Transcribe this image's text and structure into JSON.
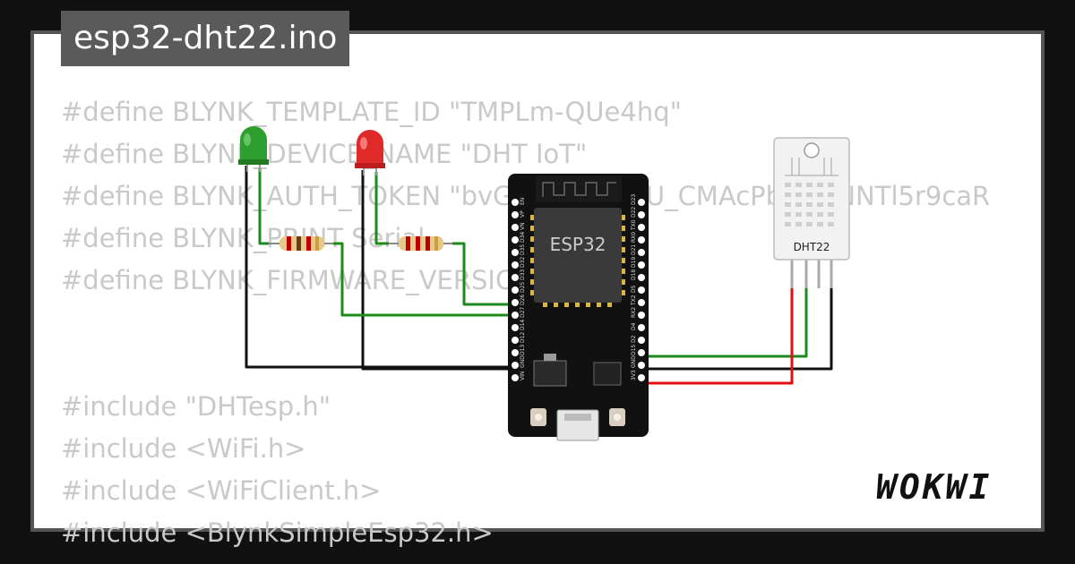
{
  "sketch": {
    "filename": "esp32-dht22.ino"
  },
  "code_lines": [
    "#define BLYNK_TEMPLATE_ID \"TMPLm-QUe4hq\"",
    "#define BLYNK_DEVICE_NAME \"DHT IoT\"",
    "#define BLYNK_AUTH_TOKEN \"bvGx3vK9Ne9U_CMAcPb9LvINNTl5r9caR",
    "#define BLYNK_PRINT Serial",
    "#define BLYNK_FIRMWARE_VERSION",
    "",
    "",
    "#include \"DHTesp.h\"",
    "#include <WiFi.h>",
    "#include <WiFiClient.h>",
    "#include <BlynkSimpleEsp32.h>"
  ],
  "esp32": {
    "label": "ESP32",
    "left_pins": [
      "EN",
      "VP",
      "VN",
      "D34",
      "D35",
      "D32",
      "D33",
      "D25",
      "D26",
      "D27",
      "D14",
      "D12",
      "D13",
      "GND",
      "VIN"
    ],
    "right_pins": [
      "D23",
      "D22",
      "TX0",
      "RX0",
      "D21",
      "D19",
      "D18",
      "D5",
      "TX2",
      "RX2",
      "D4",
      "D2",
      "D15",
      "GND",
      "3V3"
    ]
  },
  "dht": {
    "label": "DHT22"
  },
  "brand": {
    "logo": "WOKWI"
  },
  "colors": {
    "wire_green": "#1e8a1e",
    "wire_black": "#111111",
    "wire_red": "#e01010",
    "led_green": "#2e9e2e",
    "led_red": "#e02a2a"
  }
}
